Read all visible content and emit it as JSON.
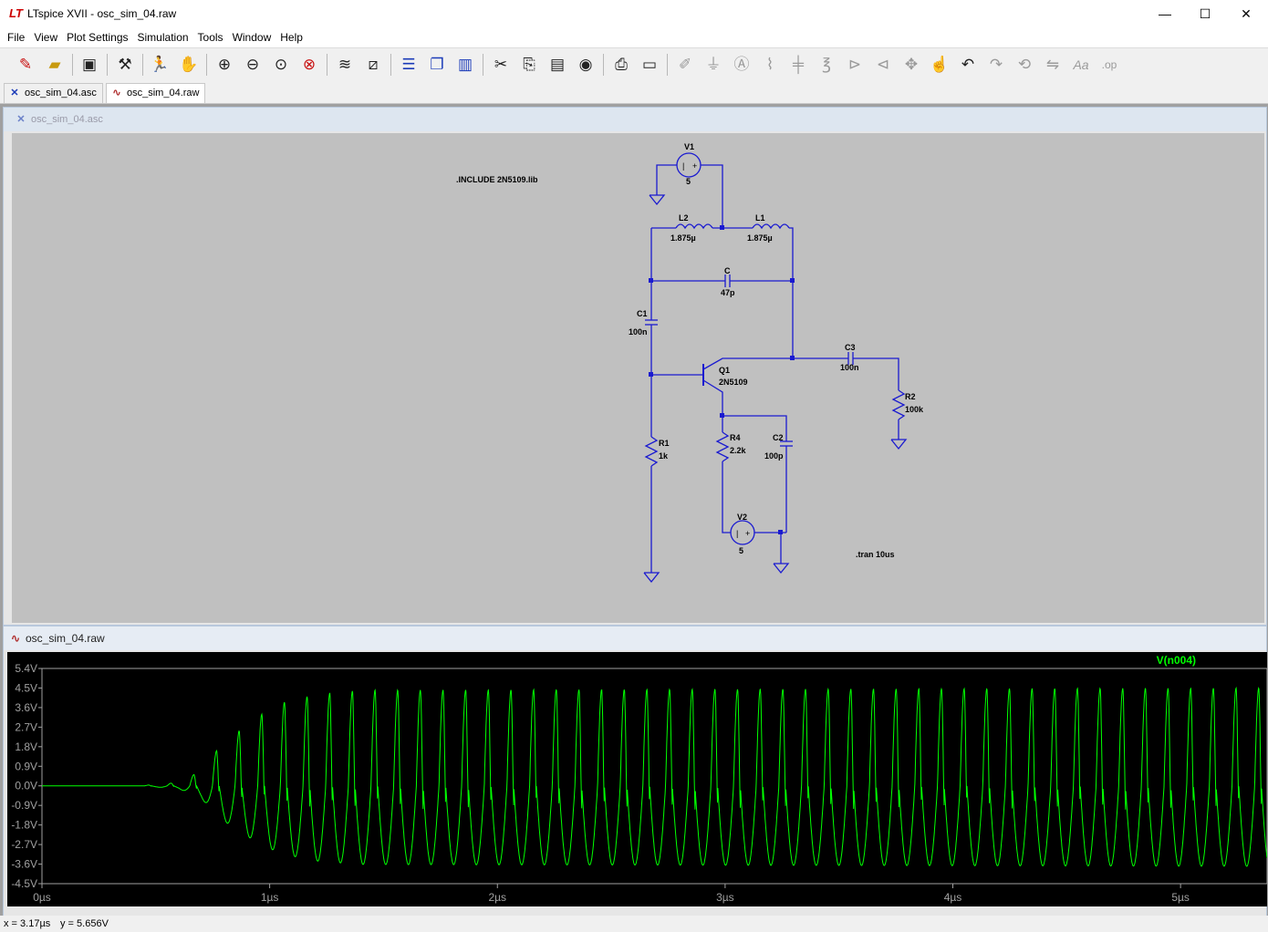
{
  "window": {
    "title": "LTspice XVII - osc_sim_04.raw",
    "logo_text": "LT",
    "minimize": "—",
    "maximize": "☐",
    "close": "✕"
  },
  "menu": [
    "File",
    "View",
    "Plot Settings",
    "Simulation",
    "Tools",
    "Window",
    "Help"
  ],
  "toolbar_icons": [
    "new-schematic-icon",
    "open-folder-icon",
    "save-icon",
    "control-panel-icon",
    "run-icon",
    "halt-icon",
    "zoom-in-icon",
    "zoom-out-icon",
    "zoom-fit-icon",
    "zoom-cancel-icon",
    "autorange-plot-icon",
    "mark-plot-icon",
    "tile-horizontal-icon",
    "cascade-icon",
    "tile-vertical-icon",
    "cut-icon",
    "copy-icon",
    "paste-icon",
    "find-icon",
    "print-icon",
    "print-setup-icon",
    "wire-icon",
    "ground-icon",
    "label-icon",
    "resistor-icon",
    "capacitor-icon",
    "inductor-icon",
    "diode-icon",
    "component-icon",
    "move-icon",
    "drag-icon",
    "undo-icon",
    "redo-icon",
    "rotate-icon",
    "mirror-icon",
    "text-icon",
    "spice-directive-icon"
  ],
  "tabs": [
    {
      "label": "osc_sim_04.asc",
      "active": false
    },
    {
      "label": "osc_sim_04.raw",
      "active": true
    }
  ],
  "schematic": {
    "title": "osc_sim_04.asc",
    "include": ".INCLUDE 2N5109.lib",
    "tran": ".tran 10us",
    "wire_color": "#1a1ad0",
    "components": {
      "V1": {
        "name": "V1",
        "value": "5"
      },
      "V2": {
        "name": "V2",
        "value": "5"
      },
      "L1": {
        "name": "L1",
        "value": "1.875µ"
      },
      "L2": {
        "name": "L2",
        "value": "1.875µ"
      },
      "C": {
        "name": "C",
        "value": "47p"
      },
      "C1": {
        "name": "C1",
        "value": "100n"
      },
      "C2": {
        "name": "C2",
        "value": "100p"
      },
      "C3": {
        "name": "C3",
        "value": "100n"
      },
      "Q1": {
        "name": "Q1",
        "value": "2N5109"
      },
      "R1": {
        "name": "R1",
        "value": "1k"
      },
      "R2": {
        "name": "R2",
        "value": "100k"
      },
      "R4": {
        "name": "R4",
        "value": "2.2k"
      }
    }
  },
  "waveform": {
    "title": "osc_sim_04.raw"
  },
  "chart_data": {
    "type": "line",
    "title": "",
    "xlabel": "",
    "ylabel": "",
    "xlim": [
      0,
      5.38
    ],
    "ylim": [
      -4.5,
      5.4
    ],
    "x_unit": "µs",
    "y_unit": "V",
    "x_ticks": [
      0,
      1,
      2,
      3,
      4,
      5
    ],
    "x_tick_labels": [
      "0µs",
      "1µs",
      "2µs",
      "3µs",
      "4µs",
      "5µs"
    ],
    "y_ticks": [
      5.4,
      4.5,
      3.6,
      2.7,
      1.8,
      0.9,
      0.0,
      -0.9,
      -1.8,
      -2.7,
      -3.6,
      -4.5
    ],
    "y_tick_labels": [
      "5.4V",
      "4.5V",
      "3.6V",
      "2.7V",
      "1.8V",
      "0.9V",
      "0.0V",
      "-0.9V",
      "-1.8V",
      "-2.7V",
      "-3.6V",
      "-4.5V"
    ],
    "grid": false,
    "background": "#000000",
    "axis_color": "#a0a0a0",
    "legend_placement": "top-right",
    "series": [
      {
        "name": "V(n004)",
        "color": "#00ff00",
        "period_us": 0.0995,
        "amplitude_high": 4.5,
        "amplitude_low": -3.7,
        "onset_us": 0.45,
        "envelope": [
          {
            "x": 0.0,
            "y": 0.0
          },
          {
            "x": 0.45,
            "y": 0.02
          },
          {
            "x": 0.6,
            "y": 0.15
          },
          {
            "x": 0.7,
            "y": 0.7
          },
          {
            "x": 0.78,
            "y": 1.8
          },
          {
            "x": 0.85,
            "y": 2.4
          },
          {
            "x": 0.95,
            "y": 3.2
          },
          {
            "x": 1.05,
            "y": 3.8
          },
          {
            "x": 1.2,
            "y": 4.2
          },
          {
            "x": 1.4,
            "y": 4.4
          },
          {
            "x": 5.38,
            "y": 4.5
          }
        ]
      }
    ]
  },
  "status": {
    "x_readout": "x = 3.17µs",
    "y_readout": "y = 5.656V"
  }
}
